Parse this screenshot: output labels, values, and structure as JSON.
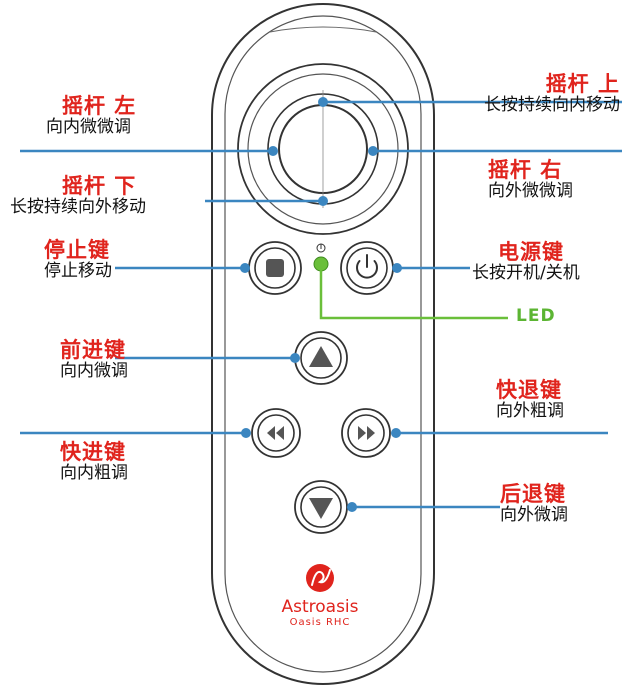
{
  "callouts": {
    "joystick_up": {
      "title": "摇杆  上",
      "desc": "长按持续向内移动"
    },
    "joystick_left": {
      "title": "摇杆  左",
      "desc": "向内微微调"
    },
    "joystick_right": {
      "title": "摇杆  右",
      "desc": "向外微微调"
    },
    "joystick_down": {
      "title": "摇杆  下",
      "desc": "长按持续向外移动"
    },
    "stop_key": {
      "title": "停止键",
      "desc": "停止移动"
    },
    "power_key": {
      "title": "电源键",
      "desc": "长按开机/关机"
    },
    "led": {
      "title": "LED"
    },
    "forward_key": {
      "title": "前进键",
      "desc": "向内微调"
    },
    "fast_back_key": {
      "title": "快退键",
      "desc": "向外粗调"
    },
    "fast_fwd_key": {
      "title": "快进键",
      "desc": "向内粗调"
    },
    "back_key": {
      "title": "后退键",
      "desc": "向外微调"
    }
  },
  "brand": {
    "name": "Astroasis",
    "model": "Oasis RHC"
  },
  "colors": {
    "title_red": "#e0241d",
    "leader_blue": "#3b86c0",
    "led_green": "#5cb533",
    "outline": "#333333"
  },
  "icons": {
    "stop": "stop-square-icon",
    "power": "power-icon",
    "forward": "triangle-up-icon",
    "back": "triangle-down-icon",
    "fast_back": "rewind-icon",
    "fast_fwd": "fast-forward-icon",
    "logo": "astroasis-logo-icon"
  }
}
